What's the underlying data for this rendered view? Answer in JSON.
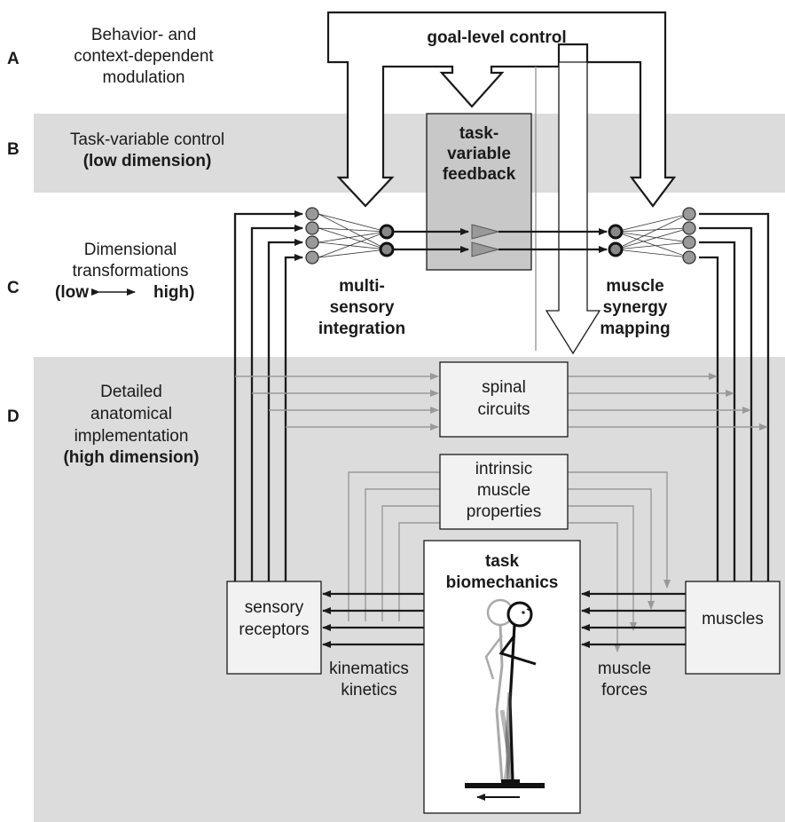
{
  "levels": [
    {
      "letter": "A",
      "lines": [
        "Behavior- and",
        "context-dependent",
        "modulation"
      ]
    },
    {
      "letter": "B",
      "lines": [
        "Task-variable control"
      ],
      "bold_line": "(low dimension)"
    },
    {
      "letter": "C",
      "lines": [
        "Dimensional",
        "transformations"
      ],
      "low": "(low",
      "high": "high)"
    },
    {
      "letter": "D",
      "lines": [
        "Detailed",
        "anatomical",
        "implementation"
      ],
      "bold_line": "(high dimension)"
    }
  ],
  "blocks": {
    "goal": "goal-level control",
    "task_feedback": [
      "task-",
      "variable",
      "feedback"
    ],
    "multisensory": [
      "multi-",
      "sensory",
      "integration"
    ],
    "muscle_synergy": [
      "muscle",
      "synergy",
      "mapping"
    ],
    "spinal": [
      "spinal",
      "circuits"
    ],
    "intrinsic": [
      "intrinsic",
      "muscle",
      "properties"
    ],
    "task_biomech": [
      "task",
      "biomechanics"
    ],
    "sensory_receptors": [
      "sensory",
      "receptors"
    ],
    "muscles": "muscles",
    "kinematics": [
      "kinematics",
      "kinetics"
    ],
    "muscle_forces": [
      "muscle",
      "forces"
    ]
  },
  "colors": {
    "band": "#dcdcdc",
    "box": "#f2f2f2",
    "dark": "#1a1a1a",
    "gray_arrow": "#999999"
  }
}
